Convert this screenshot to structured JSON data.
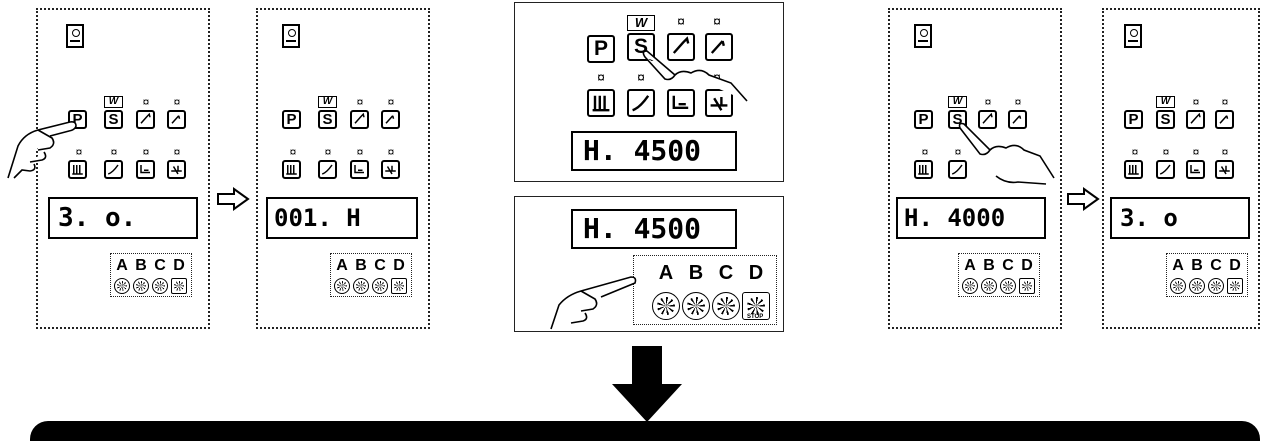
{
  "keys": {
    "p": "P",
    "s": "S",
    "w": "W",
    "a": "A",
    "b": "B",
    "c": "C",
    "d": "D"
  },
  "led_symbol": "¤",
  "stop_label": "STOP",
  "panels": [
    {
      "id": "panel-1",
      "display": "3. o."
    },
    {
      "id": "panel-2",
      "display": "001. H"
    },
    {
      "id": "panel-3",
      "display": "H. 4500"
    },
    {
      "id": "panel-4",
      "display": "H. 4500"
    },
    {
      "id": "panel-5",
      "display": "H. 4000"
    },
    {
      "id": "panel-6",
      "display": "3. o"
    }
  ],
  "icons": {
    "transition_arrow": "hollow-right-arrow-icon",
    "result_arrow": "solid-down-arrow-icon",
    "finger": "pointing-hand-icon",
    "dial": "power-dial-icon"
  },
  "colors": {
    "ink": "#000000",
    "background": "#ffffff"
  }
}
